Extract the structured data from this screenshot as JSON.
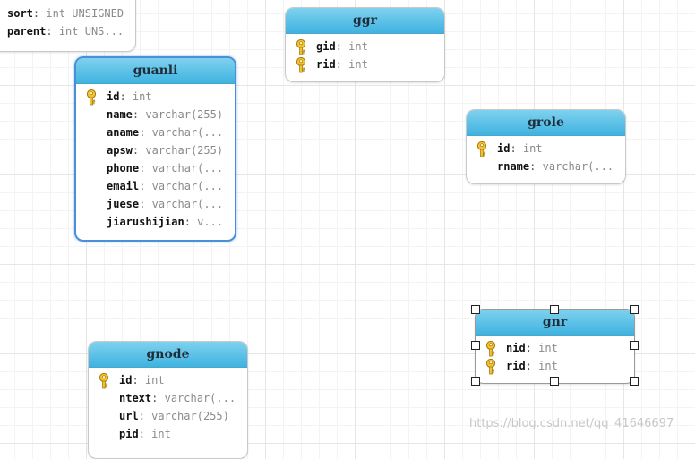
{
  "partial_table": {
    "fields": [
      {
        "name": "sort",
        "type": "int UNSIGNED"
      },
      {
        "name": "parent",
        "type": "int UNS..."
      }
    ]
  },
  "tables": {
    "ggr": {
      "title": "ggr",
      "fields": [
        {
          "name": "gid",
          "type": "int",
          "key": true
        },
        {
          "name": "rid",
          "type": "int",
          "key": true
        }
      ]
    },
    "guanli": {
      "title": "guanli",
      "fields": [
        {
          "name": "id",
          "type": "int",
          "key": true
        },
        {
          "name": "name",
          "type": "varchar(255)",
          "key": false
        },
        {
          "name": "aname",
          "type": "varchar(...",
          "key": false
        },
        {
          "name": "apsw",
          "type": "varchar(255)",
          "key": false
        },
        {
          "name": "phone",
          "type": "varchar(...",
          "key": false
        },
        {
          "name": "email",
          "type": "varchar(...",
          "key": false
        },
        {
          "name": "juese",
          "type": "varchar(...",
          "key": false
        },
        {
          "name": "jiarushijian",
          "type": "v...",
          "key": false
        }
      ]
    },
    "grole": {
      "title": "grole",
      "fields": [
        {
          "name": "id",
          "type": "int",
          "key": true
        },
        {
          "name": "rname",
          "type": "varchar(...",
          "key": false
        }
      ]
    },
    "gnr": {
      "title": "gnr",
      "fields": [
        {
          "name": "nid",
          "type": "int",
          "key": true
        },
        {
          "name": "rid",
          "type": "int",
          "key": true
        }
      ]
    },
    "gnode": {
      "title": "gnode",
      "fields": [
        {
          "name": "id",
          "type": "int",
          "key": true
        },
        {
          "name": "ntext",
          "type": "varchar(...",
          "key": false
        },
        {
          "name": "url",
          "type": "varchar(255)",
          "key": false
        },
        {
          "name": "pid",
          "type": "int",
          "key": false
        }
      ]
    }
  },
  "separator": ":",
  "watermark": "https://blog.csdn.net/qq_41646697",
  "colors": {
    "header_top": "#7fd1ee",
    "header_bottom": "#3fb3e0",
    "selection": "#4a90d9",
    "key_icon": "#f2c230"
  }
}
